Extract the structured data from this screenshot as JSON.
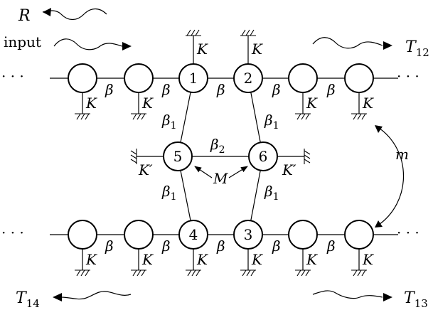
{
  "labels": {
    "R": "R",
    "input": "input",
    "T12": {
      "main": "T",
      "sub": "12"
    },
    "T13": {
      "main": "T",
      "sub": "13"
    },
    "T14": {
      "main": "T",
      "sub": "14"
    },
    "dots": "· · ·",
    "beta": "β",
    "beta1": {
      "main": "β",
      "sub": "1"
    },
    "beta2": {
      "main": "β",
      "sub": "2"
    },
    "K": "K",
    "Kprime": "K′",
    "M": "M",
    "m": "m"
  },
  "nodes": {
    "n1": "1",
    "n2": "2",
    "n3": "3",
    "n4": "4",
    "n5": "5",
    "n6": "6"
  }
}
